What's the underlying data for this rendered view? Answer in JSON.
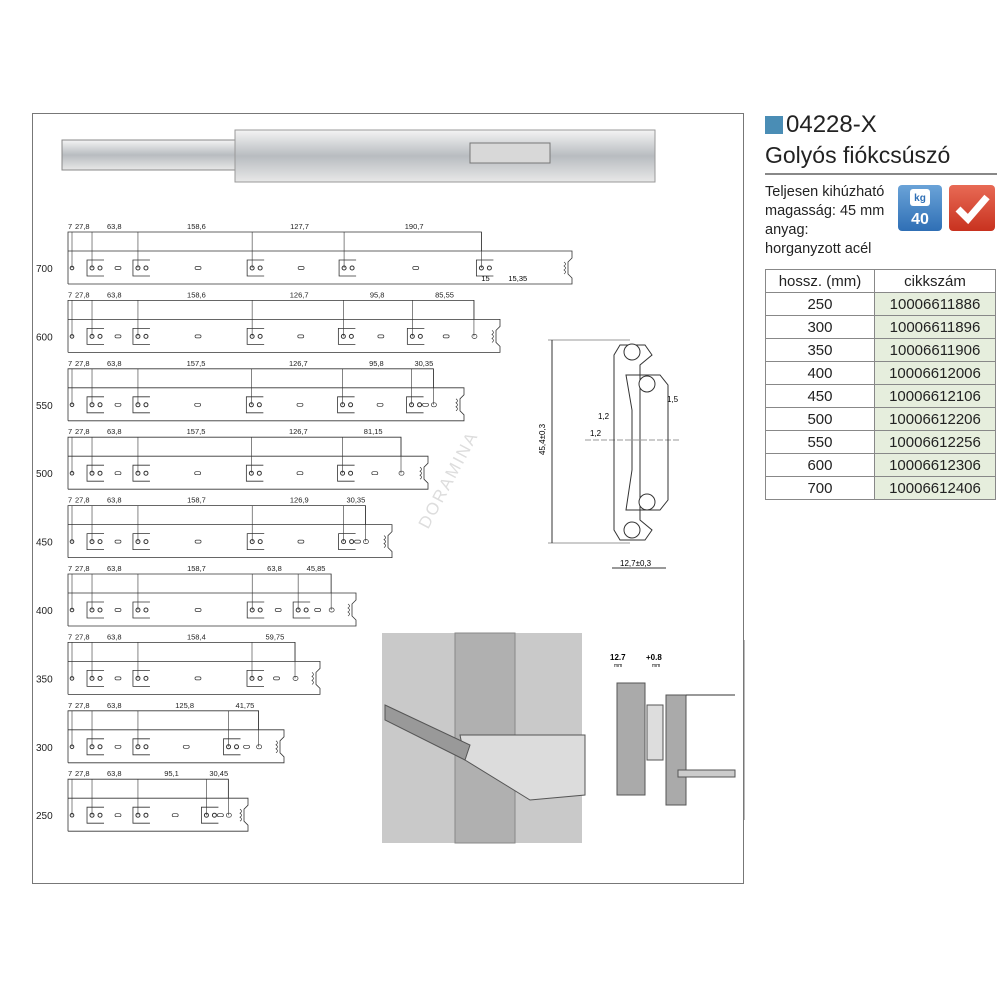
{
  "product": {
    "code": "04228-X",
    "name": "Golyós fiókcsúszó",
    "accent": "#4a8db5",
    "desc": [
      "Teljesen kihúzható",
      "magasság: 45 mm",
      "anyag:",
      "horganyzott acél"
    ],
    "badge_kg_unit": "kg",
    "badge_kg_value": "40"
  },
  "table": {
    "headers": [
      "hossz. (mm)",
      "cikkszám"
    ],
    "rows": [
      [
        "250",
        "10006611886"
      ],
      [
        "300",
        "10006611896"
      ],
      [
        "350",
        "10006611906"
      ],
      [
        "400",
        "10006612006"
      ],
      [
        "450",
        "10006612106"
      ],
      [
        "500",
        "10006612206"
      ],
      [
        "550",
        "10006612256"
      ],
      [
        "600",
        "10006612306"
      ],
      [
        "700",
        "10006612406"
      ]
    ]
  },
  "rails": [
    {
      "length": "700",
      "dims": [
        "7",
        "27,8",
        "63,8",
        "158,6",
        "127,7",
        "190,7"
      ],
      "extra": [
        "15",
        "15,35"
      ]
    },
    {
      "length": "600",
      "dims": [
        "7",
        "27,8",
        "63,8",
        "158,6",
        "126,7",
        "95,8",
        "85,55"
      ]
    },
    {
      "length": "550",
      "dims": [
        "7",
        "27,8",
        "63,8",
        "157,5",
        "126,7",
        "95,8",
        "30,35"
      ]
    },
    {
      "length": "500",
      "dims": [
        "7",
        "27,8",
        "63,8",
        "157,5",
        "126,7",
        "81,15"
      ]
    },
    {
      "length": "450",
      "dims": [
        "7",
        "27,8",
        "63,8",
        "158,7",
        "126,9",
        "30,35"
      ]
    },
    {
      "length": "400",
      "dims": [
        "7",
        "27,8",
        "63,8",
        "158,7",
        "63,8",
        "45,85"
      ]
    },
    {
      "length": "350",
      "dims": [
        "7",
        "27,8",
        "63,8",
        "158,4",
        "59,75"
      ]
    },
    {
      "length": "300",
      "dims": [
        "7",
        "27,8",
        "63,8",
        "125,8",
        "41,75"
      ]
    },
    {
      "length": "250",
      "dims": [
        "7",
        "27,8",
        "63,8",
        "95,1",
        "30,45"
      ]
    }
  ],
  "section": {
    "height": "45,4±0,3",
    "width": "12,7±0,3",
    "t1": "1,5",
    "t2": "1,2",
    "t3": "1,2"
  },
  "install": {
    "gap": "12.7",
    "tol": "+0.8",
    "unit": "mm"
  },
  "watermark": "DORAMINA"
}
